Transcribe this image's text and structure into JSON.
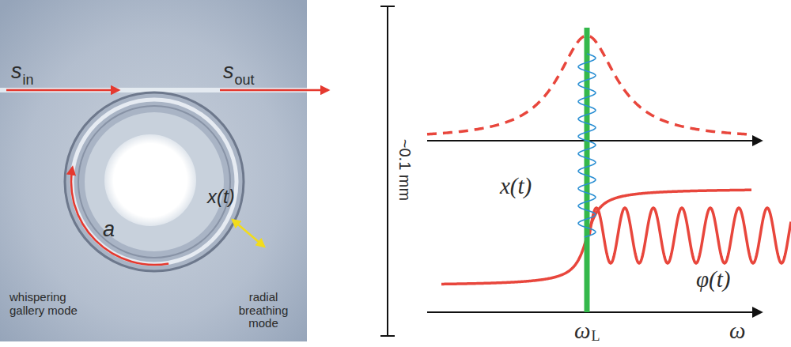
{
  "diagram": {
    "labels": [
      "s",
      "in",
      "s",
      "out",
      "a",
      "x(t)",
      "whispering gallery mode",
      "radial breathing mode",
      "~0.1 mm",
      "x(t)",
      "φ(t)",
      "ω",
      "L",
      "ω"
    ]
  }
}
